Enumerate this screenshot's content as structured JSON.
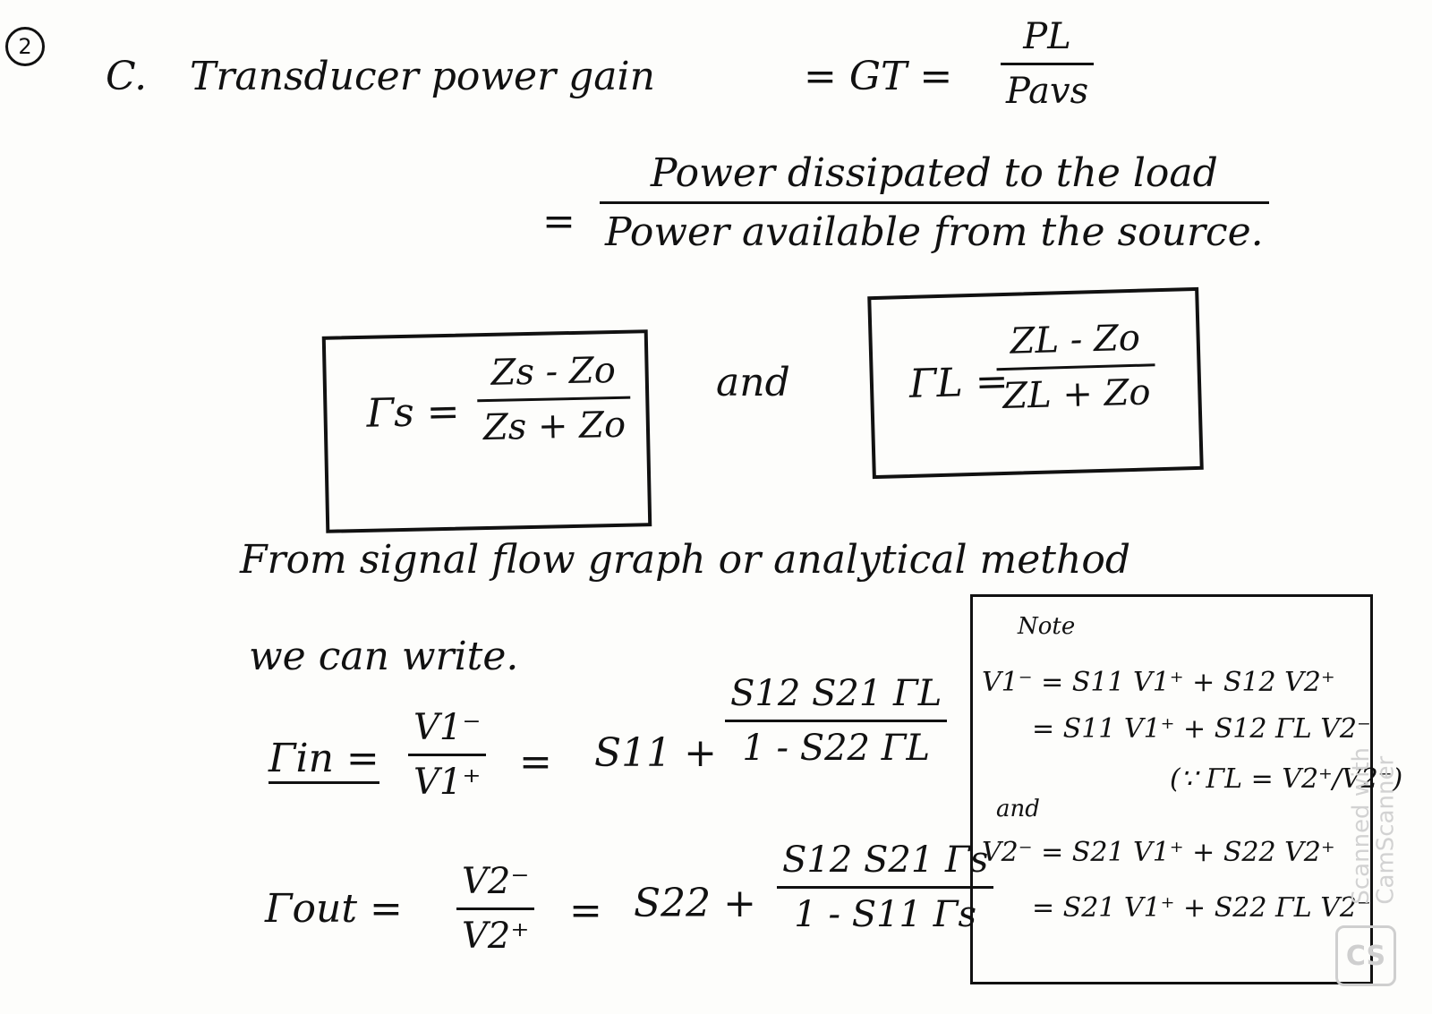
{
  "page": {
    "number": "2",
    "heading": {
      "prefix": "C.",
      "text": "Transducer power gain",
      "symbol": "= GT =",
      "ratio_num": "PL",
      "ratio_den": "Pavs"
    },
    "definition": {
      "eq": "=",
      "numerator": "Power dissipated to the load",
      "denominator": "Power available from the source."
    },
    "box_left": {
      "lhs": "Γs =",
      "num": "Zs - Zo",
      "den": "Zs + Zo"
    },
    "and_word": "and",
    "box_right": {
      "lhs": "ΓL =",
      "num": "ZL - Zo",
      "den": "ZL + Zo"
    },
    "para_line1": "From signal flow graph or analytical method",
    "para_line2": "we can write.",
    "gamma_in": {
      "lhs": "Γin =",
      "ratio_num": "V1⁻",
      "ratio_den": "V1⁺",
      "eq": "=",
      "term": "S11 +",
      "num": "S12 S21 ΓL",
      "den": "1 - S22 ΓL"
    },
    "gamma_out": {
      "lhs": "Γout =",
      "ratio_num": "V2⁻",
      "ratio_den": "V2⁺",
      "eq": "=",
      "term": "S22 +",
      "num": "S12 S21 Γs",
      "den": "1 - S11 Γs"
    },
    "note": {
      "title": "Note",
      "line1": "V1⁻ = S11 V1⁺ + S12 V2⁺",
      "line2": "= S11 V1⁺ + S12 ΓL V2⁻",
      "line3": "(∵ ΓL = V2⁺/V2⁻)",
      "and": "and",
      "line4": "V2⁻ = S21 V1⁺ + S22 V2⁺",
      "line5": "= S21 V1⁺ + S22 ΓL V2⁻"
    },
    "watermark": {
      "line1": "Scanned with",
      "line2": "CamScanner",
      "logo": "CS"
    }
  }
}
